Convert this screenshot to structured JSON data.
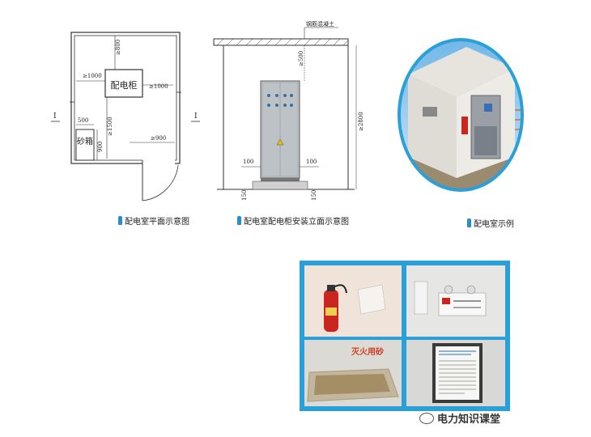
{
  "floor_plan": {
    "caption": "配电室平面示意图",
    "cabinet_label": "配电柜",
    "sand_box_label": "砂箱",
    "dim_top": "≥800",
    "dim_left": "≥1000",
    "dim_right": "≥1000",
    "dim_front": "≥1500",
    "dim_door": "≥900",
    "dim_box_w": "500",
    "dim_box_h": "900",
    "section_left": "I",
    "section_right": "I"
  },
  "elevation": {
    "caption": "配电室配电柜安装立面示意图",
    "ceiling_label": "钢筋混凝土",
    "dim_top": "≥500",
    "dim_height": "≥2800",
    "dim_left_100": "100",
    "dim_right_100": "100",
    "dim_left_150": "150",
    "dim_right_150": "150"
  },
  "example_photo": {
    "caption": "配电室示例"
  },
  "photo_grid": {
    "sand_label": "灭火用砂"
  },
  "watermark": {
    "text": "电力知识课堂"
  },
  "colors": {
    "accent": "#2a9fd8",
    "icon": "#2a8fc4"
  }
}
